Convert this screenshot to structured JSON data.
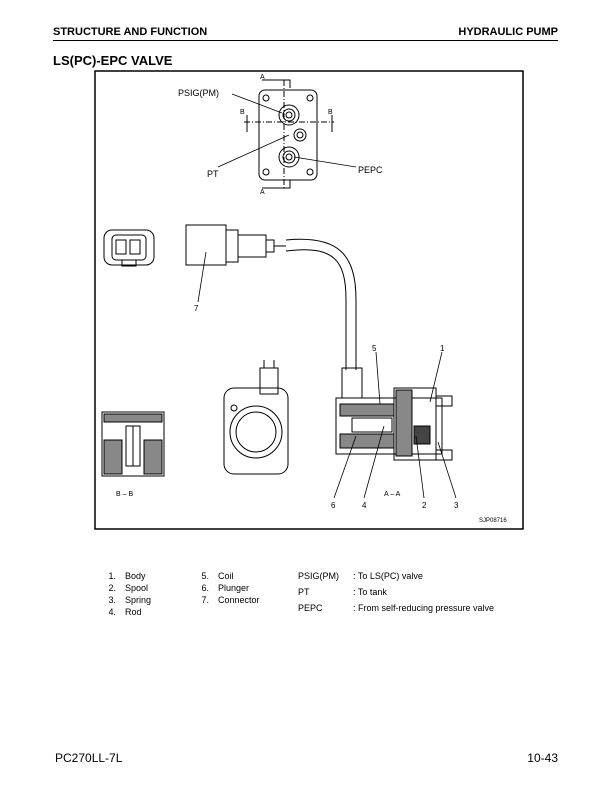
{
  "header": {
    "left": "STRUCTURE AND FUNCTION",
    "right": "HYDRAULIC PUMP"
  },
  "section_title": "LS(PC)-EPC VALVE",
  "figure": {
    "code": "SJP08716",
    "port_labels": {
      "psig": "PSIG(PM)",
      "pt": "PT",
      "pepc": "PEPC"
    },
    "section_marks": {
      "a": "A",
      "b": "B"
    },
    "view_labels": {
      "bb": "B – B",
      "aa": "A – A"
    },
    "callouts": [
      "1",
      "2",
      "3",
      "4",
      "5",
      "6",
      "7"
    ]
  },
  "legend": {
    "parts": [
      {
        "num": "1.",
        "name": "Body"
      },
      {
        "num": "2.",
        "name": "Spool"
      },
      {
        "num": "3.",
        "name": "Spring"
      },
      {
        "num": "4.",
        "name": "Rod"
      },
      {
        "num": "5.",
        "name": "Coil"
      },
      {
        "num": "6.",
        "name": "Plunger"
      },
      {
        "num": "7.",
        "name": "Connector"
      }
    ],
    "ports": [
      {
        "abbr": "PSIG(PM)",
        "desc": ": To LS(PC) valve"
      },
      {
        "abbr": "PT",
        "desc": ": To tank"
      },
      {
        "abbr": "PEPC",
        "desc": ": From self-reducing pressure valve"
      }
    ]
  },
  "footer": {
    "model": "PC270LL-7L",
    "page": "10-43"
  }
}
